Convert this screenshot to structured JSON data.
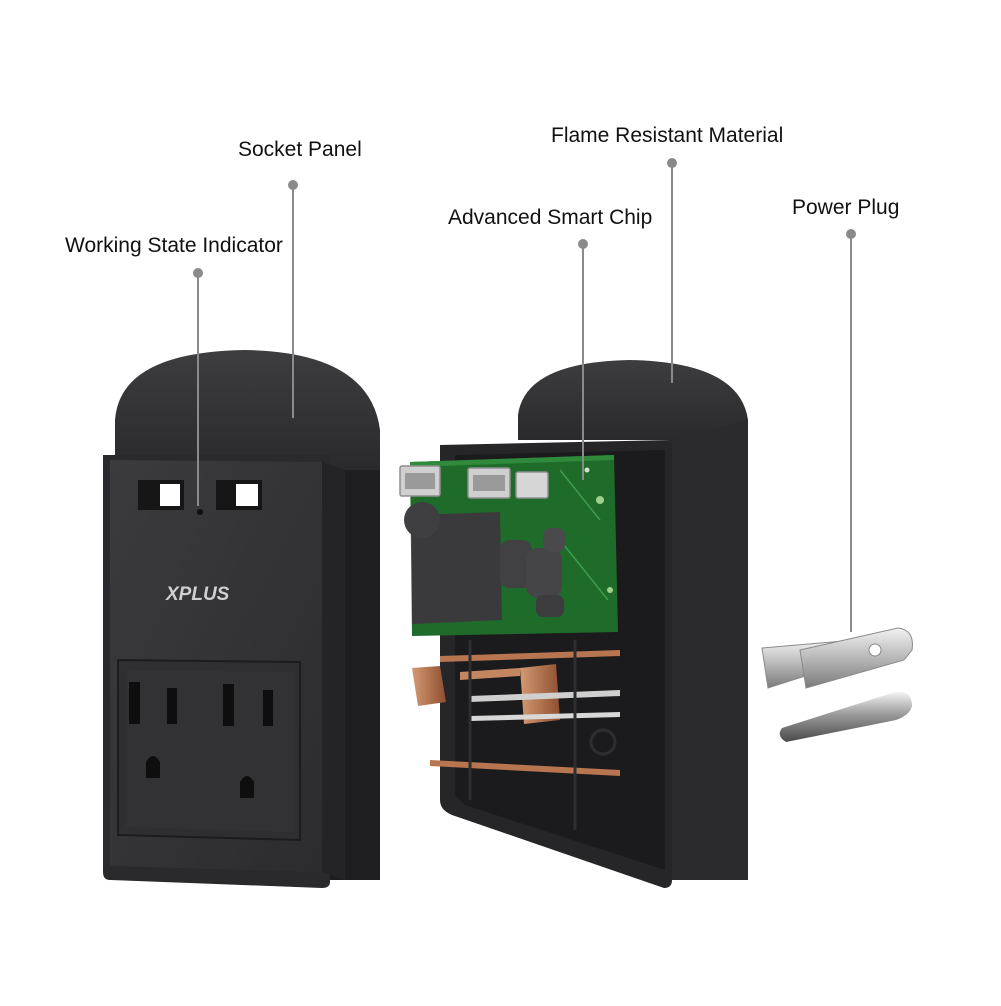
{
  "callouts": {
    "socket_panel": "Socket Panel",
    "working_state_indicator": "Working State Indicator",
    "flame_resistant_material": "Flame Resistant Material",
    "advanced_smart_chip": "Advanced Smart Chip",
    "power_plug": "Power Plug"
  },
  "brand": {
    "logo_text": "XPLUS"
  },
  "colors": {
    "background": "#ffffff",
    "housing": "#2b2b2d",
    "housing_light": "#3a3a3c",
    "pcb": "#1f6b2a",
    "copper": "#b5704a",
    "leader_line": "#888888"
  }
}
